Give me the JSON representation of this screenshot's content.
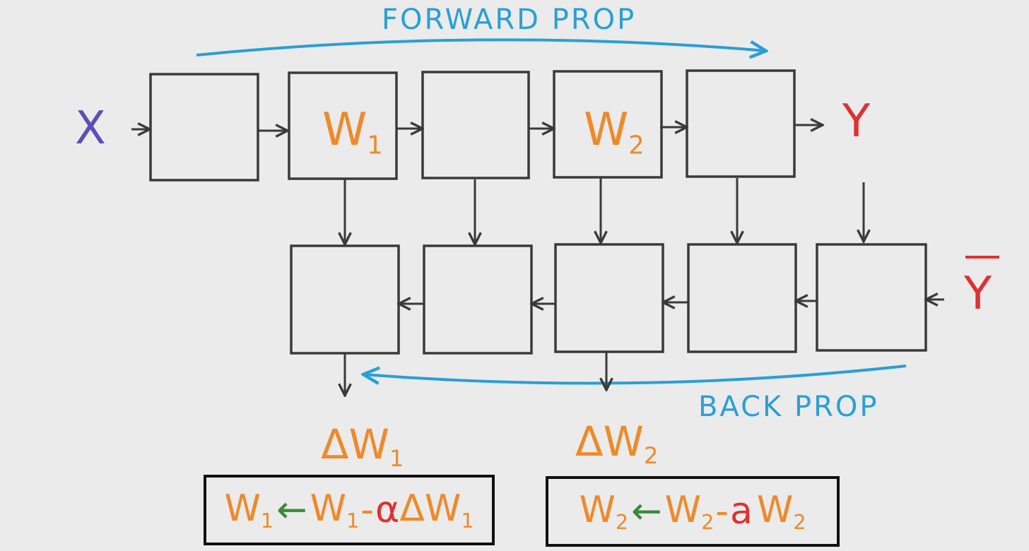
{
  "labels": {
    "forward_prop": "FORWARD PROP",
    "back_prop": "BACK PROP",
    "input": "X",
    "output": "Y",
    "target": "Y"
  },
  "forward_boxes": [
    "",
    "W",
    "",
    "W",
    ""
  ],
  "forward_box_subscripts": [
    "",
    "1",
    "",
    "2",
    ""
  ],
  "backward_boxes": [
    "",
    "",
    "",
    "",
    ""
  ],
  "gradients": [
    {
      "symbol": "ΔW",
      "subscript": "1"
    },
    {
      "symbol": "ΔW",
      "subscript": "2"
    }
  ],
  "formulas": [
    {
      "lhs": "W",
      "lhs_sub": "1",
      "arrow": "←",
      "rhs_w": "W",
      "rhs_sub": "1",
      "minus": "-",
      "alpha": "α",
      "delta": "ΔW",
      "delta_sub": "1"
    },
    {
      "lhs": "W",
      "lhs_sub": "2",
      "arrow": "←",
      "rhs_w": "W",
      "rhs_sub": "2",
      "minus": "-",
      "alpha": "a",
      "delta": "W",
      "delta_sub": "2"
    }
  ],
  "colors": {
    "forward_arrow": "#2a9fd6",
    "back_arrow": "#2a9fd6",
    "input": "#5b4fb8",
    "output": "#e03030",
    "weights": "#ee8a2a",
    "alpha": "#e03030",
    "update_arrow": "#3a8a3a",
    "box_stroke": "#3a3a3a"
  }
}
